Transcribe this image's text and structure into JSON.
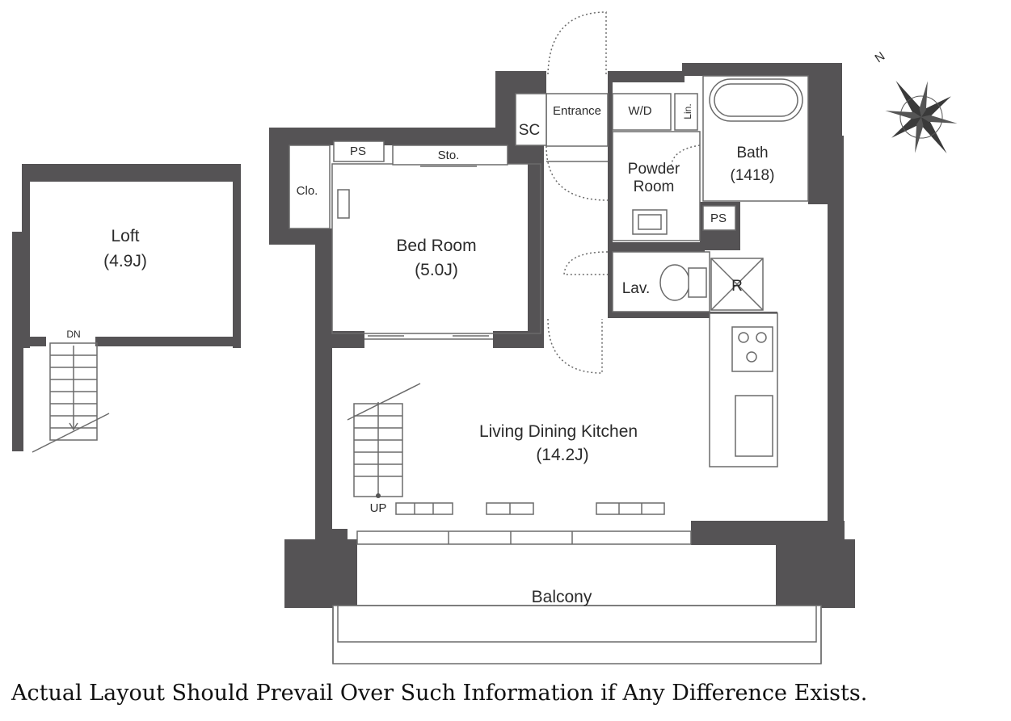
{
  "rooms": {
    "loft": {
      "name": "Loft",
      "size": "(4.9J)"
    },
    "bedroom": {
      "name": "Bed Room",
      "size": "(5.0J)"
    },
    "ldk": {
      "name": "Living Dining Kitchen",
      "size": "(14.2J)"
    },
    "bath": {
      "name": "Bath",
      "size": "(1418)"
    },
    "powder": {
      "line1": "Powder",
      "line2": "Room"
    },
    "balcony": {
      "name": "Balcony"
    },
    "entrance": {
      "name": "Entrance"
    }
  },
  "fixtures": {
    "sc": "SC",
    "wd": "W/D",
    "lin": "Lin.",
    "clo": "Clo.",
    "ps_top": "PS",
    "ps_right": "PS",
    "sto": "Sto.",
    "lav": "Lav.",
    "r": "R"
  },
  "stairs": {
    "down": "DN",
    "up": "UP"
  },
  "compass": {
    "north": "N"
  },
  "disclaimer": "Actual Layout Should Prevail Over Such Information if Any Difference Exists."
}
